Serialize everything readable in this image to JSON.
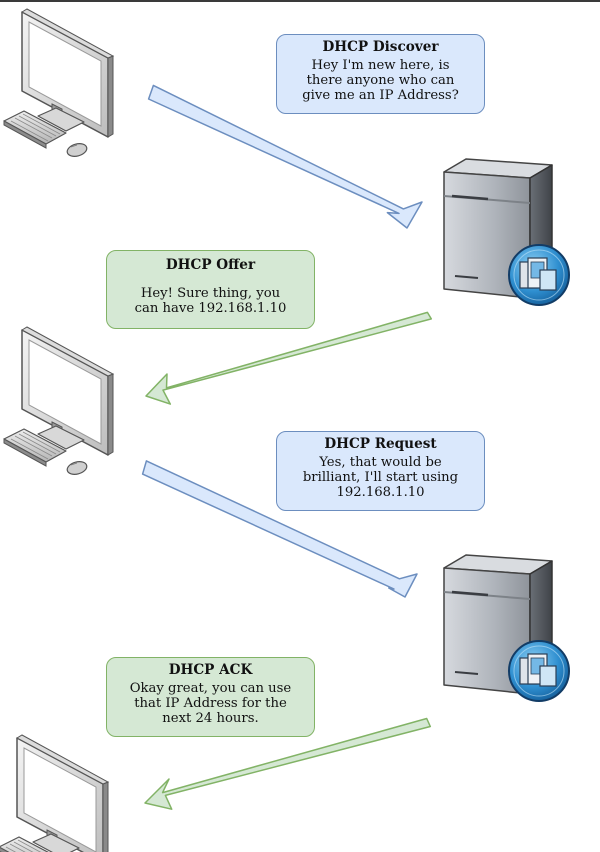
{
  "colors": {
    "request_fill": "#dae8fc",
    "request_stroke": "#6c8ebf",
    "reply_fill": "#d5e8d4",
    "reply_stroke": "#82b366"
  },
  "icons": [
    "client-computer-icon",
    "dhcp-server-icon"
  ],
  "messages": {
    "discover": {
      "title": "DHCP Discover",
      "body": "Hey I'm new here, is\nthere anyone who can\ngive me an IP Address?"
    },
    "offer": {
      "title": "DHCP Offer",
      "body": "Hey! Sure thing, you\ncan have 192.168.1.10"
    },
    "request": {
      "title": "DHCP Request",
      "body": "Yes, that would be\nbrilliant, I'll start using\n192.168.1.10"
    },
    "ack": {
      "title": "DHCP ACK",
      "body": "Okay great, you can use\nthat IP Address for the\nnext 24 hours."
    }
  }
}
